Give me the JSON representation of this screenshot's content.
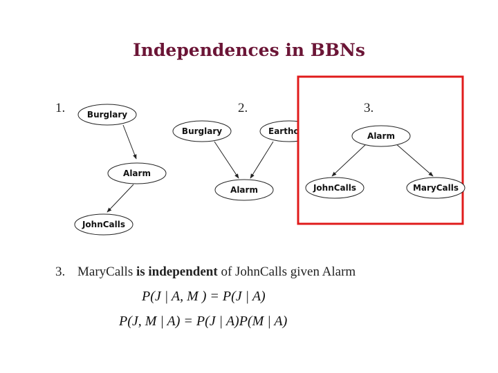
{
  "slide": {
    "title": "Independences in BBNs"
  },
  "diagrams": [
    {
      "number": "1.",
      "nodes": [
        "Burglary",
        "Alarm",
        "JohnCalls"
      ]
    },
    {
      "number": "2.",
      "nodes": [
        "Burglary",
        "Eartho",
        "Alarm"
      ]
    },
    {
      "number": "3.",
      "nodes": [
        "Alarm",
        "JohnCalls",
        "MaryCalls"
      ]
    }
  ],
  "highlight_color": "#e01b1b",
  "statement": {
    "number": "3.",
    "subject": "MaryCalls",
    "relation": "is independent",
    "object_text": "of JohnCalls given Alarm"
  },
  "equations": [
    "P(J | A, M ) = P(J | A)",
    "P(J, M | A) = P(J | A)P(M | A)"
  ]
}
